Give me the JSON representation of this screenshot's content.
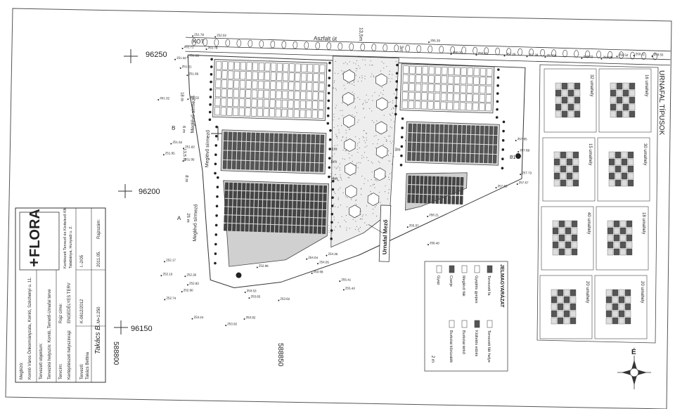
{
  "grid": {
    "coords": [
      "96250",
      "96200",
      "96150",
      "588800",
      "588850"
    ]
  },
  "road": {
    "road_label": "Aszfalt út",
    "kot_label": "KÖT",
    "width_label": "13,5m",
    "gap_label": "3m"
  },
  "site": {
    "zone_labels": [
      "Meglévő sírmező",
      "Meglévő sírmező",
      "Meglévő sírmező"
    ],
    "section_labels": [
      "B",
      "A",
      "B1"
    ],
    "entrance_label": "Urnafal Mező",
    "dims": [
      "18 m",
      "6 m",
      "13,5 m",
      "8 m",
      "25 m",
      "4m",
      "5m",
      "3m",
      "1m"
    ]
  },
  "elevations": [
    "251.78",
    "252.02",
    "251.71",
    "251.78",
    "251.50",
    "251.83",
    "251.61",
    "251.66",
    "251.32",
    "251.32",
    "251.62",
    "251.82",
    "251.95",
    "251.90",
    "252.17",
    "252.10",
    "252.30",
    "252.83",
    "252.90",
    "252.74",
    "253.24",
    "253.82",
    "253.92",
    "253.53",
    "255.97",
    "256.21",
    "256.40",
    "257.73",
    "257.67",
    "257.60",
    "257.65",
    "257.68",
    "255.41",
    "255.43",
    "254.05",
    "254.30",
    "254.04",
    "253.98",
    "252.96",
    "253.65",
    "253.62",
    "255.39",
    "256.05",
    "256.62",
    "257.20",
    "257.38",
    "257.58",
    "258.02",
    "258.39",
    "258.52",
    "259.11",
    "259.55"
  ],
  "catalog": {
    "title": "URNAFAL TÍPUSOK",
    "types": [
      "32 urnahely",
      "16 urnahely",
      "15 urnahely",
      "30 urnahely",
      "40 urnahely",
      "18 urnahely",
      "20 urnahely",
      "20 urnahely"
    ]
  },
  "legend": {
    "title": "JELMAGYARÁZAT",
    "items": [
      {
        "label": "Tervezett fa"
      },
      {
        "label": "Tervezett fák helye"
      },
      {
        "label": "Gyeplés gyepes"
      },
      {
        "label": "Kiültetés edzés"
      },
      {
        "label": "Meglévő fák"
      },
      {
        "label": "Burkolat térkő"
      },
      {
        "label": "Cserje"
      },
      {
        "label": "Burkolat kőzúzalék"
      },
      {
        "label": "Gyep"
      }
    ],
    "scale": "2 m"
  },
  "north": {
    "letter": "É"
  },
  "title_block": {
    "logo": "FLORA",
    "logo_plus": "+",
    "company_line1": "Kertészeti Tervező és Kivitelező Kft.",
    "company_line2": "Tatabánya, Hunyadi u. 2.",
    "project_heading": "Tervezett objektum:",
    "project_name": "Tervezési helyszín: Komló, Temető-Urnafal terve",
    "address_heading": "Tervcím:",
    "plan_title": "Kertépítészeti helyszínrajz",
    "phase_heading": "Rajz címe:",
    "phase": "ENGEDÉLYES TERV",
    "client_heading": "Megbízó:",
    "client": "Komló Város Önkormányzata, Komló, Széchenyi u. 11.",
    "designer_heading": "Tervező:",
    "designer": "Takács Bettina",
    "license": "K-0612/2012",
    "sheet_no": "I.-2/05",
    "scale": "M=1:250",
    "date": "2011.05.",
    "drawing_no": "Rajzszám:",
    "signature": "Takács B."
  }
}
